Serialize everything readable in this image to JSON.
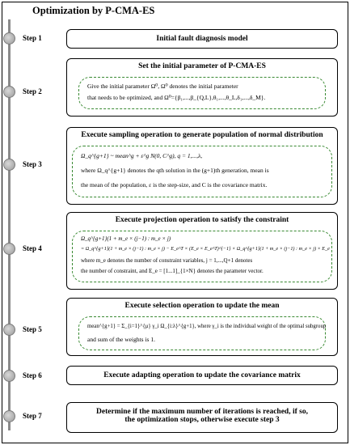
{
  "title": "Optimization by P-CMA-ES",
  "steps": [
    {
      "label": "Step 1",
      "title": "Initial fault diagnosis model",
      "lines": []
    },
    {
      "label": "Step 2",
      "title": "Set the initial parameter of P-CMA-ES",
      "lines": [
        "Give the initial parameter Ω⁰, Ω⁰ denotes the initial parameter",
        "that needs to be optimized, and Ω⁰={β₁,...,β_{Q,L},θ₁,...,θ_L,δ₁,...,δ_M}."
      ]
    },
    {
      "label": "Step 3",
      "title": "Execute sampling operation to generate population of normal distribution",
      "lines": [
        "Ω_q^{g+1} ~ mean^g + ε^g N(0, C^g), q = 1,...,λ,",
        "where Ω_q^{g+1} denotes the qth solution in the (g+1)th generation, mean is",
        "the mean of the population, ε is the step-size, and C is the covariance matrix."
      ]
    },
    {
      "label": "Step 4",
      "title": "Execute projection operation to satisfy the constraint",
      "lines": [
        "Ω_q^{g+1}(1 + m_e × (j−1) : m_e × j)",
        "= Ω_q^{g+1}(1 + m_e × (j−1) : m_e × j) − E_e^T × (E_e × E_e^T)^{−1} × Ω_q^{g+1}(1 + m_e × (j−1) : m_e × j) × E_e",
        "where m_e denotes the number of constraint variables, j = 1,...,Q+1 denotes",
        "the number of constraint, and E_e = [1...1]_{1×N} denotes the parameter vector."
      ]
    },
    {
      "label": "Step 5",
      "title": "Execute selection operation to update the mean",
      "lines": [
        "mean^{g+1} = Σ_{i=1}^{μ} γ_i Ω_{i:λ}^{g+1}, where γ_i is the individual weight of the optimal subgroup",
        "and sum of the weights is 1."
      ]
    },
    {
      "label": "Step 6",
      "title": "Execute adapting operation to update the covariance matrix",
      "lines": []
    },
    {
      "label": "Step 7",
      "title": "Determine if the maximum number of iterations is reached, if so,",
      "title2": "the optimization stops, otherwise execute step 3",
      "lines": []
    }
  ]
}
